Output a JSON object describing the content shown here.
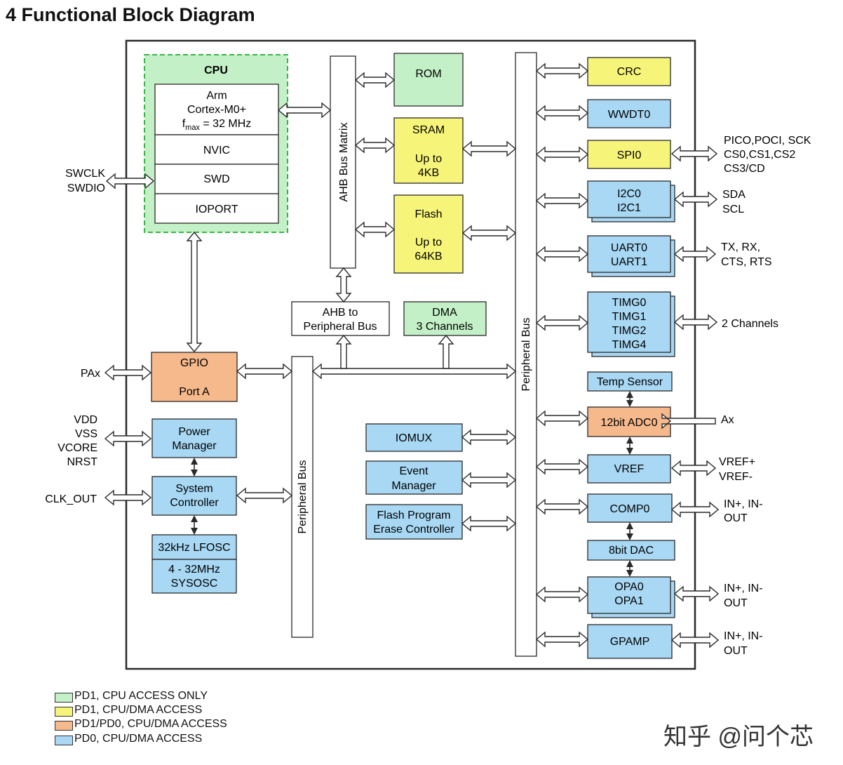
{
  "title": "4 Functional Block Diagram",
  "colors": {
    "green": "#c4f0c8",
    "green_border": "#3cb34a",
    "yellow": "#f7f579",
    "orange": "#f6b98c",
    "blue": "#a8d8f4",
    "stroke": "#2a2a2a"
  },
  "cpu": {
    "title": "CPU",
    "core_line1": "Arm",
    "core_line2": "Cortex-M0+",
    "fmax_prefix": "f",
    "fmax_sub": "max",
    "fmax_suffix": " = 32 MHz",
    "nvic": "NVIC",
    "swd": "SWD",
    "ioport": "IOPORT"
  },
  "ahb_bus_matrix": "AHB Bus Matrix",
  "memory": {
    "rom": "ROM",
    "sram": {
      "name": "SRAM",
      "size1": "Up to",
      "size2": "4KB"
    },
    "flash": {
      "name": "Flash",
      "size1": "Up to",
      "size2": "64KB"
    }
  },
  "ahb_to_periph": {
    "line1": "AHB to",
    "line2": "Peripheral Bus"
  },
  "dma": {
    "line1": "DMA",
    "line2": "3 Channels"
  },
  "gpio": {
    "line1": "GPIO",
    "line2": "Port A"
  },
  "power_manager": {
    "line1": "Power",
    "line2": "Manager"
  },
  "system_controller": {
    "line1": "System",
    "line2": "Controller"
  },
  "lfosc": "32kHz LFOSC",
  "sysosc": {
    "line1": "4 - 32MHz",
    "line2": "SYSOSC"
  },
  "peripheral_bus_left": "Peripheral Bus",
  "peripheral_bus_right": "Peripheral Bus",
  "iomux": "IOMUX",
  "event_manager": {
    "line1": "Event",
    "line2": "Manager"
  },
  "flash_ctrl": {
    "line1": "Flash Program",
    "line2": "Erase Controller"
  },
  "peripherals": {
    "crc": "CRC",
    "wwdt": "WWDT0",
    "spi": "SPI0",
    "i2c": [
      "I2C0",
      "I2C1"
    ],
    "uart": [
      "UART0",
      "UART1"
    ],
    "timg": [
      "TIMG0",
      "TIMG1",
      "TIMG2",
      "TIMG4"
    ],
    "temp_sensor": "Temp Sensor",
    "adc": "12bit ADC0",
    "vref": "VREF",
    "comp": "COMP0",
    "dac": "8bit DAC",
    "opa": [
      "OPA0",
      "OPA1"
    ],
    "gpamp": "GPAMP"
  },
  "external_labels": {
    "swclk": "SWCLK",
    "swdio": "SWDIO",
    "pax": "PAx",
    "vdd": "VDD",
    "vss": "VSS",
    "vcore": "VCORE",
    "nrst": "NRST",
    "clk_out": "CLK_OUT",
    "spi_1": "PICO,POCI, SCK",
    "spi_2": "CS0,CS1,CS2",
    "spi_3": "CS3/CD",
    "sda": "SDA",
    "scl": "SCL",
    "uart_1": "TX, RX,",
    "uart_2": "CTS, RTS",
    "timg": "2 Channels",
    "ax": "Ax",
    "vref_p": "VREF+",
    "vref_m": "VREF-",
    "comp_1": "IN+, IN-",
    "comp_2": "OUT",
    "opa_1": "IN+, IN-",
    "opa_2": "OUT",
    "gpamp_1": "IN+, IN-",
    "gpamp_2": "OUT"
  },
  "legend": [
    {
      "text": "PD1, CPU ACCESS ONLY",
      "color": "#c4f0c8"
    },
    {
      "text": "PD1, CPU/DMA ACCESS",
      "color": "#f7f579"
    },
    {
      "text": "PD1/PD0, CPU/DMA ACCESS",
      "color": "#f6b98c"
    },
    {
      "text": "PD0, CPU/DMA ACCESS",
      "color": "#a8d8f4"
    }
  ],
  "watermark": "知乎 @问个芯"
}
